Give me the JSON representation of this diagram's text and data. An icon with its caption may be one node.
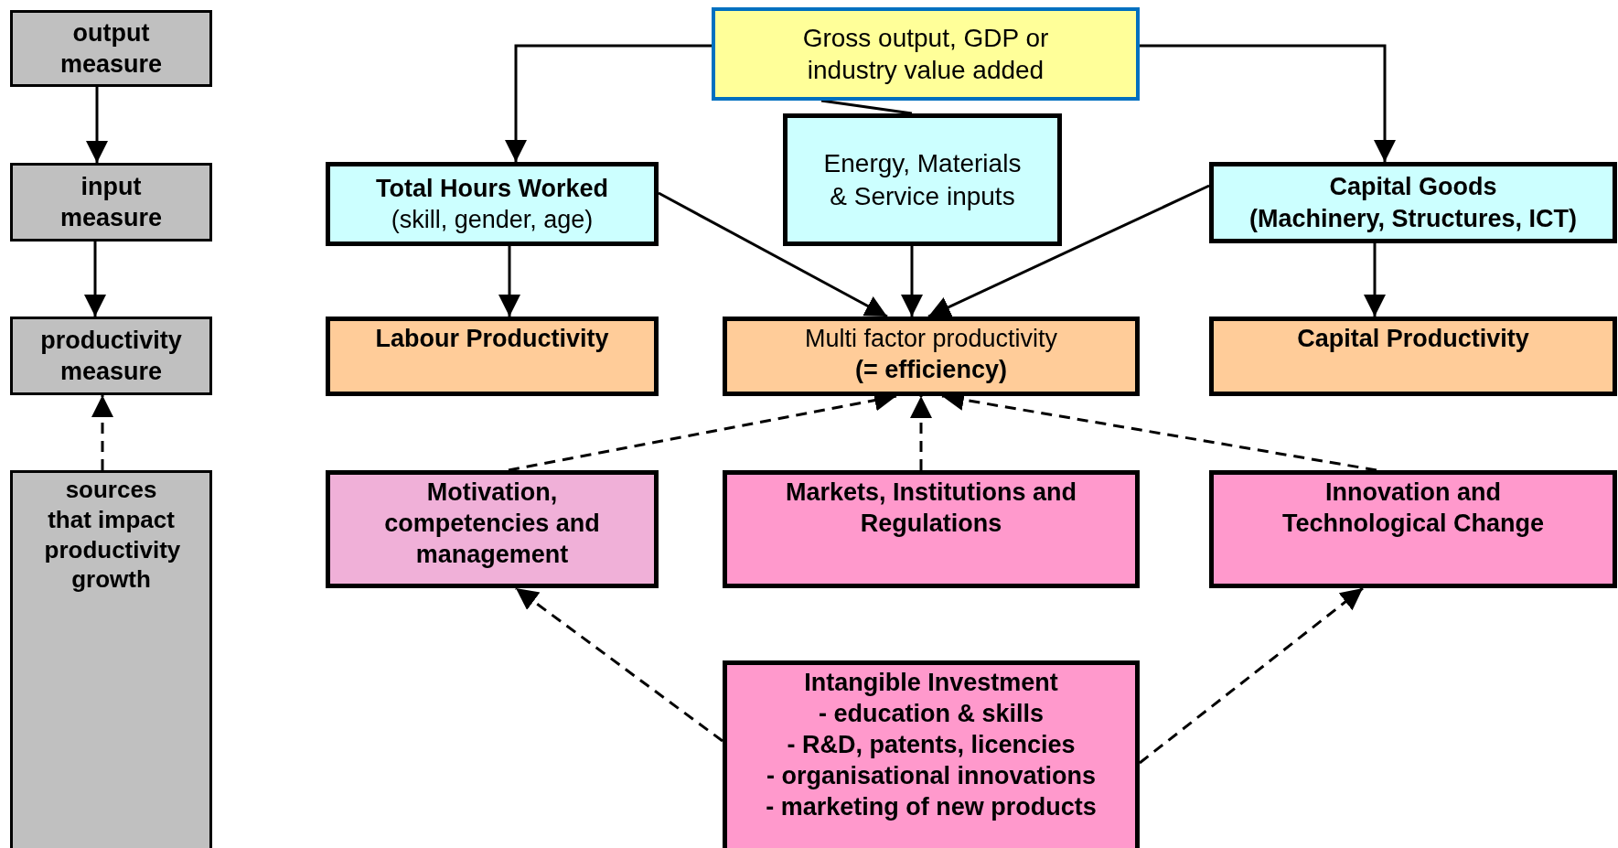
{
  "diagram": {
    "nodes": [
      {
        "text": [
          "output measure"
        ]
      },
      {
        "text": [
          "input measure"
        ]
      },
      {
        "text": [
          "productivity measure"
        ]
      },
      {
        "text": [
          "sources that impact productivity growth"
        ]
      },
      {
        "text": [
          "Gross output, GDP or industry value added"
        ]
      },
      {
        "text": [
          "Total Hours Worked",
          "(skill, gender, age)"
        ]
      },
      {
        "text": [
          "Energy, Materials & Service inputs"
        ]
      },
      {
        "text": [
          "Capital Goods",
          "(Machinery, Structures, ICT)"
        ]
      },
      {
        "text": [
          "Labour Productivity"
        ]
      },
      {
        "text": [
          "Multi factor productivity",
          "(= efficiency)"
        ]
      },
      {
        "text": [
          "Capital Productivity"
        ]
      },
      {
        "text": [
          "Motivation, competencies and management"
        ]
      },
      {
        "text": [
          "Markets, Institutions and Regulations"
        ]
      },
      {
        "text": [
          "Innovation and Technological Change"
        ]
      },
      {
        "text": [
          "Intangible Investment",
          "- education & skills",
          "- R&D, patents, licencies",
          "- organisational innovations",
          "- marketing of new products"
        ]
      }
    ],
    "edges": [
      {
        "from": 0,
        "to": 1,
        "arrow": "to"
      },
      {
        "from": 1,
        "to": 2,
        "arrow": "to"
      },
      {
        "from": 3,
        "to": 2,
        "arrow": "to",
        "style": "dashed"
      },
      {
        "from": 4,
        "to": 5,
        "arrow": "to"
      },
      {
        "from": 4,
        "to": 7,
        "arrow": "to"
      },
      {
        "from": 4,
        "to": 6,
        "arrow": "none"
      },
      {
        "from": 5,
        "to": 8,
        "arrow": "to"
      },
      {
        "from": 5,
        "to": 9,
        "arrow": "to"
      },
      {
        "from": 6,
        "to": 9,
        "arrow": "to"
      },
      {
        "from": 7,
        "to": 9,
        "arrow": "to"
      },
      {
        "from": 7,
        "to": 10,
        "arrow": "to"
      },
      {
        "from": 11,
        "to": 9,
        "arrow": "to",
        "style": "dashed"
      },
      {
        "from": 12,
        "to": 9,
        "arrow": "to",
        "style": "dashed"
      },
      {
        "from": 13,
        "to": 9,
        "arrow": "to",
        "style": "dashed"
      },
      {
        "from": 14,
        "to": 11,
        "arrow": "to",
        "style": "dashed"
      },
      {
        "from": 14,
        "to": 13,
        "arrow": "to",
        "style": "dashed"
      }
    ]
  }
}
